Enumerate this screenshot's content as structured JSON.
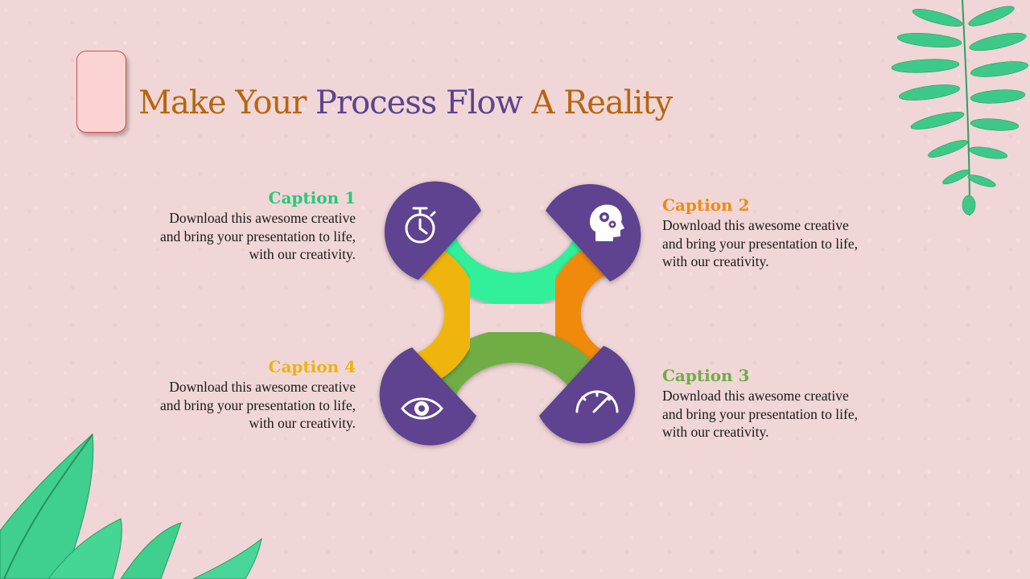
{
  "title": {
    "part1": "Make Your ",
    "part2": "Process Flow",
    "part3": " A Reality"
  },
  "captions": [
    {
      "id": 1,
      "title": "Caption 1",
      "lines": [
        "Download this awesome creative",
        "and bring your presentation to life,",
        "with our creativity."
      ],
      "color": "#27c97c",
      "icon": "stopwatch-icon"
    },
    {
      "id": 2,
      "title": "Caption 2",
      "lines": [
        "Download this awesome creative",
        "and bring your presentation to life,",
        "with our creativity."
      ],
      "color": "#ef8a12",
      "icon": "brain-gears-icon"
    },
    {
      "id": 3,
      "title": "Caption 3",
      "lines": [
        "Download this awesome creative",
        "and bring your presentation to life,",
        "with our creativity."
      ],
      "color": "#6fad45",
      "icon": "speedometer-icon"
    },
    {
      "id": 4,
      "title": "Caption 4",
      "lines": [
        "Download this awesome creative",
        "and bring your presentation to life,",
        "with our creativity."
      ],
      "color": "#f0b20c",
      "icon": "eye-icon"
    }
  ],
  "colors": {
    "title_orange": "#b8650f",
    "title_purple": "#5e4290",
    "circle_purple": "#5e4290",
    "arc_top": "#33f09a",
    "arc_right": "#ef8a0a",
    "arc_bottom": "#6fad45",
    "arc_left": "#f0b50c",
    "background": "#f0d6d6",
    "leaf_green": "#3fcf8e"
  }
}
